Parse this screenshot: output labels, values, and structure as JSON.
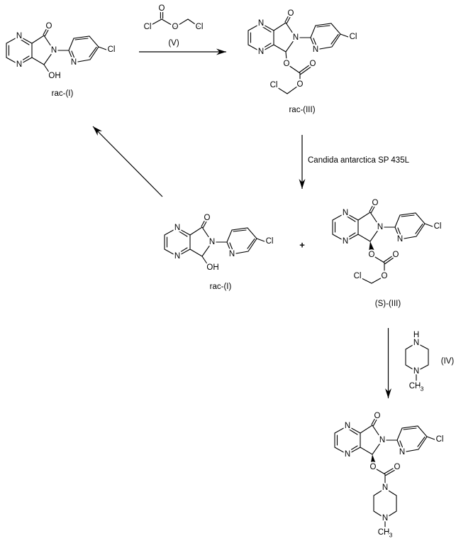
{
  "scheme": {
    "structures": {
      "rac_i_top": {
        "caption": "rac-(I)"
      },
      "rac_iii": {
        "caption": "rac-(III)"
      },
      "rac_i_mid": {
        "caption": "rac-(I)"
      },
      "s_iii": {
        "caption": "(S)-(III)"
      }
    },
    "reagents": {
      "v": {
        "label": "(V)"
      },
      "iv": {
        "label": "(IV)"
      },
      "enzyme": "Candida antarctica SP 435L"
    },
    "operators": {
      "plus": "+"
    },
    "atoms": {
      "n": "N",
      "o": "O",
      "cl": "Cl",
      "oh": "OH",
      "h": "H",
      "ch": "CH",
      "sub3": "3"
    },
    "colors": {
      "line": "#000000",
      "background": "#ffffff"
    }
  }
}
